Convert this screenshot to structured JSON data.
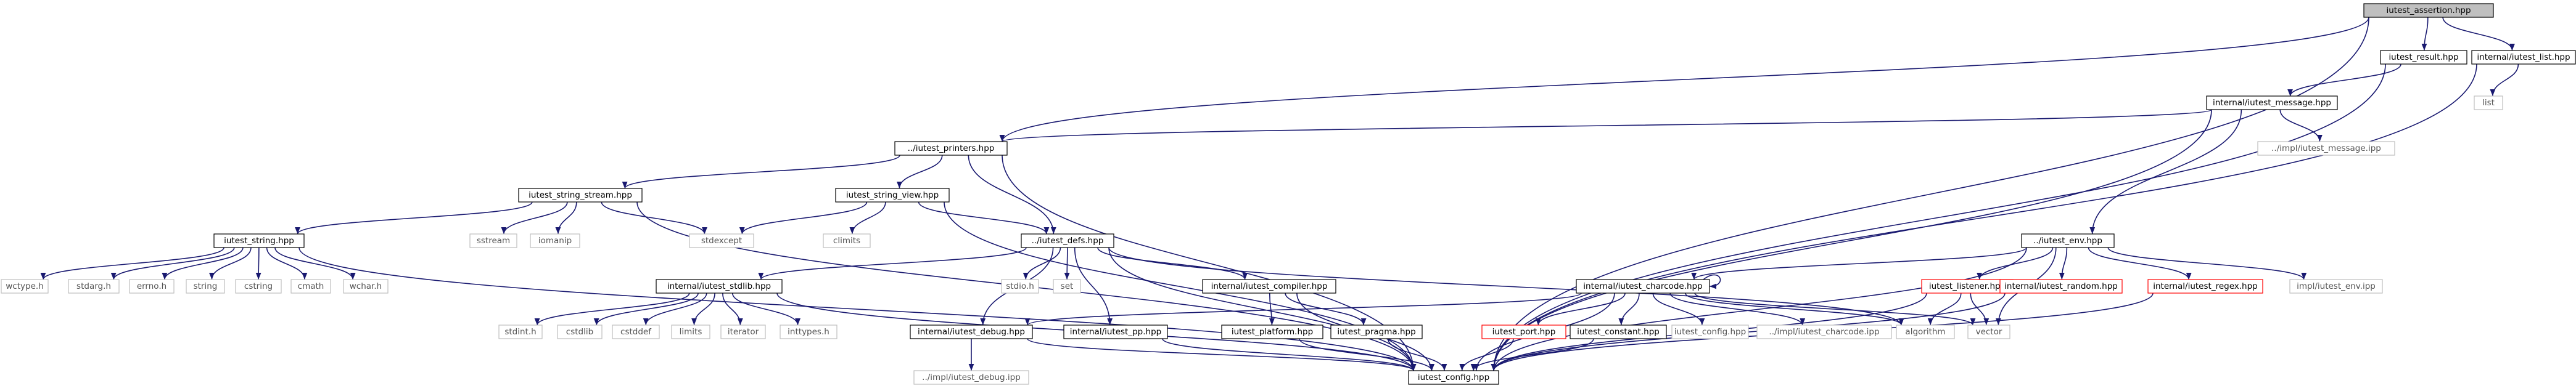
{
  "graph": {
    "type": "include-dependency-graph",
    "colors": {
      "background": "#ffffff",
      "root_fill": "#bfbfbf",
      "node_border": "#000000",
      "missing_border": "#bfbfbf",
      "error_border": "#ff0000",
      "edge": "#191970",
      "text": "#000000",
      "missing_text": "#555555"
    },
    "nodes": [
      {
        "id": "root",
        "label": "iutest_assertion.hpp",
        "style": "root"
      },
      {
        "id": "result",
        "label": "iutest_result.hpp",
        "style": "normal"
      },
      {
        "id": "list",
        "label": "internal/iutest_list.hpp",
        "style": "normal"
      },
      {
        "id": "message",
        "label": "internal/iutest_message.hpp",
        "style": "normal"
      },
      {
        "id": "list_std",
        "label": "list",
        "style": "missing"
      },
      {
        "id": "printers",
        "label": "../iutest_printers.hpp",
        "style": "normal"
      },
      {
        "id": "message_ipp",
        "label": "../impl/iutest_message.ipp",
        "style": "missing"
      },
      {
        "id": "string_stream",
        "label": "iutest_string_stream.hpp",
        "style": "normal"
      },
      {
        "id": "string_view",
        "label": "iutest_string_view.hpp",
        "style": "normal"
      },
      {
        "id": "env",
        "label": "../iutest_env.hpp",
        "style": "normal"
      },
      {
        "id": "string",
        "label": "iutest_string.hpp",
        "style": "normal"
      },
      {
        "id": "sstream",
        "label": "sstream",
        "style": "missing"
      },
      {
        "id": "iomanip",
        "label": "iomanip",
        "style": "missing"
      },
      {
        "id": "stdexcept",
        "label": "stdexcept",
        "style": "missing"
      },
      {
        "id": "climits",
        "label": "climits",
        "style": "missing"
      },
      {
        "id": "defs",
        "label": "../iutest_defs.hpp",
        "style": "normal"
      },
      {
        "id": "wctype",
        "label": "wctype.h",
        "style": "missing"
      },
      {
        "id": "stdarg",
        "label": "stdarg.h",
        "style": "missing"
      },
      {
        "id": "errno",
        "label": "errno.h",
        "style": "missing"
      },
      {
        "id": "string_std",
        "label": "string",
        "style": "missing"
      },
      {
        "id": "cstring",
        "label": "cstring",
        "style": "missing"
      },
      {
        "id": "cmath",
        "label": "cmath",
        "style": "missing"
      },
      {
        "id": "wchar",
        "label": "wchar.h",
        "style": "missing"
      },
      {
        "id": "stdlib_hpp",
        "label": "internal/iutest_stdlib.hpp",
        "style": "normal"
      },
      {
        "id": "stdio",
        "label": "stdio.h",
        "style": "missing"
      },
      {
        "id": "set",
        "label": "set",
        "style": "missing"
      },
      {
        "id": "compiler",
        "label": "internal/iutest_compiler.hpp",
        "style": "normal"
      },
      {
        "id": "charcode",
        "label": "internal/iutest_charcode.hpp",
        "style": "normal"
      },
      {
        "id": "listener",
        "label": "iutest_listener.hpp",
        "style": "error"
      },
      {
        "id": "random",
        "label": "internal/iutest_random.hpp",
        "style": "error"
      },
      {
        "id": "regex",
        "label": "internal/iutest_regex.hpp",
        "style": "error"
      },
      {
        "id": "env_ipp",
        "label": "impl/iutest_env.ipp",
        "style": "missing"
      },
      {
        "id": "stdint",
        "label": "stdint.h",
        "style": "missing"
      },
      {
        "id": "cstdlib",
        "label": "cstdlib",
        "style": "missing"
      },
      {
        "id": "cstddef",
        "label": "cstddef",
        "style": "missing"
      },
      {
        "id": "limits",
        "label": "limits",
        "style": "missing"
      },
      {
        "id": "iterator",
        "label": "iterator",
        "style": "missing"
      },
      {
        "id": "inttypes",
        "label": "inttypes.h",
        "style": "missing"
      },
      {
        "id": "debug",
        "label": "internal/iutest_debug.hpp",
        "style": "normal"
      },
      {
        "id": "pp",
        "label": "internal/iutest_pp.hpp",
        "style": "normal"
      },
      {
        "id": "platform",
        "label": "iutest_platform.hpp",
        "style": "normal"
      },
      {
        "id": "pragma",
        "label": "iutest_pragma.hpp",
        "style": "normal"
      },
      {
        "id": "port",
        "label": "iutest_port.hpp",
        "style": "error"
      },
      {
        "id": "constant",
        "label": "iutest_constant.hpp",
        "style": "normal"
      },
      {
        "id": "config_hpp",
        "label": "iutest_config.hpp",
        "style": "missing"
      },
      {
        "id": "charcode_ipp",
        "label": "../impl/iutest_charcode.ipp",
        "style": "missing"
      },
      {
        "id": "algorithm",
        "label": "algorithm",
        "style": "missing"
      },
      {
        "id": "vector",
        "label": "vector",
        "style": "missing"
      },
      {
        "id": "debug_ipp",
        "label": "../impl/iutest_debug.ipp",
        "style": "missing"
      },
      {
        "id": "config",
        "label": "iutest_config.hpp",
        "style": "normal"
      }
    ],
    "edges": [
      [
        "root",
        "result"
      ],
      [
        "root",
        "list"
      ],
      [
        "root",
        "printers"
      ],
      [
        "root",
        "config"
      ],
      [
        "result",
        "message"
      ],
      [
        "result",
        "config"
      ],
      [
        "list",
        "list_std"
      ],
      [
        "list",
        "config"
      ],
      [
        "message",
        "printers"
      ],
      [
        "message",
        "message_ipp"
      ],
      [
        "message",
        "env"
      ],
      [
        "message",
        "config"
      ],
      [
        "printers",
        "string_stream"
      ],
      [
        "printers",
        "string_view"
      ],
      [
        "printers",
        "defs"
      ],
      [
        "printers",
        "config"
      ],
      [
        "string_stream",
        "string"
      ],
      [
        "string_stream",
        "sstream"
      ],
      [
        "string_stream",
        "iomanip"
      ],
      [
        "string_stream",
        "stdexcept"
      ],
      [
        "string_stream",
        "config"
      ],
      [
        "string_view",
        "stdexcept"
      ],
      [
        "string_view",
        "climits"
      ],
      [
        "string_view",
        "defs"
      ],
      [
        "string_view",
        "config"
      ],
      [
        "string",
        "wctype"
      ],
      [
        "string",
        "stdarg"
      ],
      [
        "string",
        "errno"
      ],
      [
        "string",
        "string_std"
      ],
      [
        "string",
        "cstring"
      ],
      [
        "string",
        "cmath"
      ],
      [
        "string",
        "wchar"
      ],
      [
        "string",
        "config"
      ],
      [
        "defs",
        "stdlib_hpp"
      ],
      [
        "defs",
        "stdio"
      ],
      [
        "defs",
        "set"
      ],
      [
        "defs",
        "compiler"
      ],
      [
        "defs",
        "debug"
      ],
      [
        "defs",
        "pp"
      ],
      [
        "defs",
        "algorithm"
      ],
      [
        "defs",
        "config"
      ],
      [
        "env",
        "charcode"
      ],
      [
        "env",
        "listener"
      ],
      [
        "env",
        "random"
      ],
      [
        "env",
        "regex"
      ],
      [
        "env",
        "env_ipp"
      ],
      [
        "env",
        "vector"
      ],
      [
        "env",
        "config"
      ],
      [
        "stdlib_hpp",
        "stdint"
      ],
      [
        "stdlib_hpp",
        "cstdlib"
      ],
      [
        "stdlib_hpp",
        "cstddef"
      ],
      [
        "stdlib_hpp",
        "limits"
      ],
      [
        "stdlib_hpp",
        "iterator"
      ],
      [
        "stdlib_hpp",
        "inttypes"
      ],
      [
        "stdlib_hpp",
        "config"
      ],
      [
        "compiler",
        "platform"
      ],
      [
        "compiler",
        "pragma"
      ],
      [
        "compiler",
        "config"
      ],
      [
        "charcode",
        "debug"
      ],
      [
        "charcode",
        "port"
      ],
      [
        "charcode",
        "constant"
      ],
      [
        "charcode",
        "config_hpp"
      ],
      [
        "charcode",
        "charcode_ipp"
      ],
      [
        "charcode",
        "algorithm"
      ],
      [
        "charcode",
        "vector"
      ],
      [
        "charcode",
        "config"
      ],
      [
        "charcode",
        "charcode"
      ],
      [
        "listener",
        "algorithm"
      ],
      [
        "listener",
        "vector"
      ],
      [
        "listener",
        "config"
      ],
      [
        "random",
        "config"
      ],
      [
        "regex",
        "config"
      ],
      [
        "debug",
        "debug_ipp"
      ],
      [
        "debug",
        "config"
      ],
      [
        "pp",
        "config"
      ],
      [
        "platform",
        "config"
      ],
      [
        "pragma",
        "config"
      ],
      [
        "port",
        "config"
      ],
      [
        "constant",
        "config"
      ]
    ]
  }
}
